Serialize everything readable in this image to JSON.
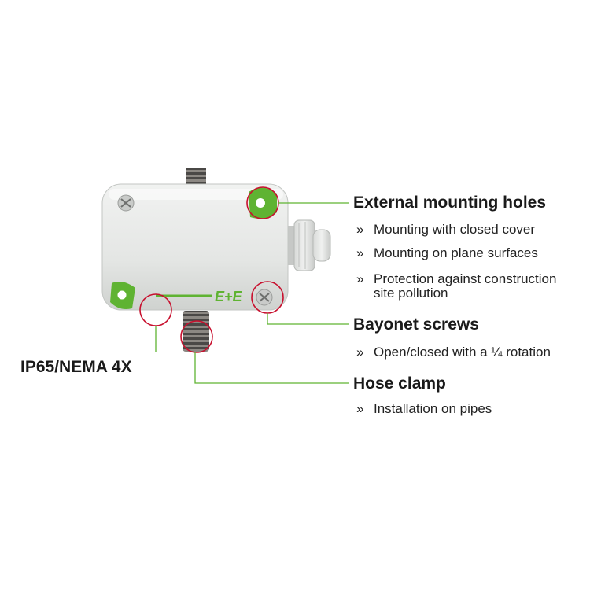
{
  "brand_logo": "E+E",
  "bullet_glyph": "»",
  "colors": {
    "accent_green": "#5fb332",
    "callout_red": "#c8102e",
    "housing": "#e4e6e4"
  },
  "features": [
    {
      "title": "External mounting holes",
      "bullets": [
        "Mounting with closed cover",
        "Mounting on plane surfaces",
        "Protection against construction",
        "site pollution"
      ]
    },
    {
      "title": "Bayonet screws",
      "bullets": [
        "Open/closed with a ¼ rotation"
      ]
    },
    {
      "title": "Hose clamp",
      "bullets": [
        "Installation on pipes"
      ]
    }
  ],
  "ip_rating": "IP65/NEMA 4X"
}
